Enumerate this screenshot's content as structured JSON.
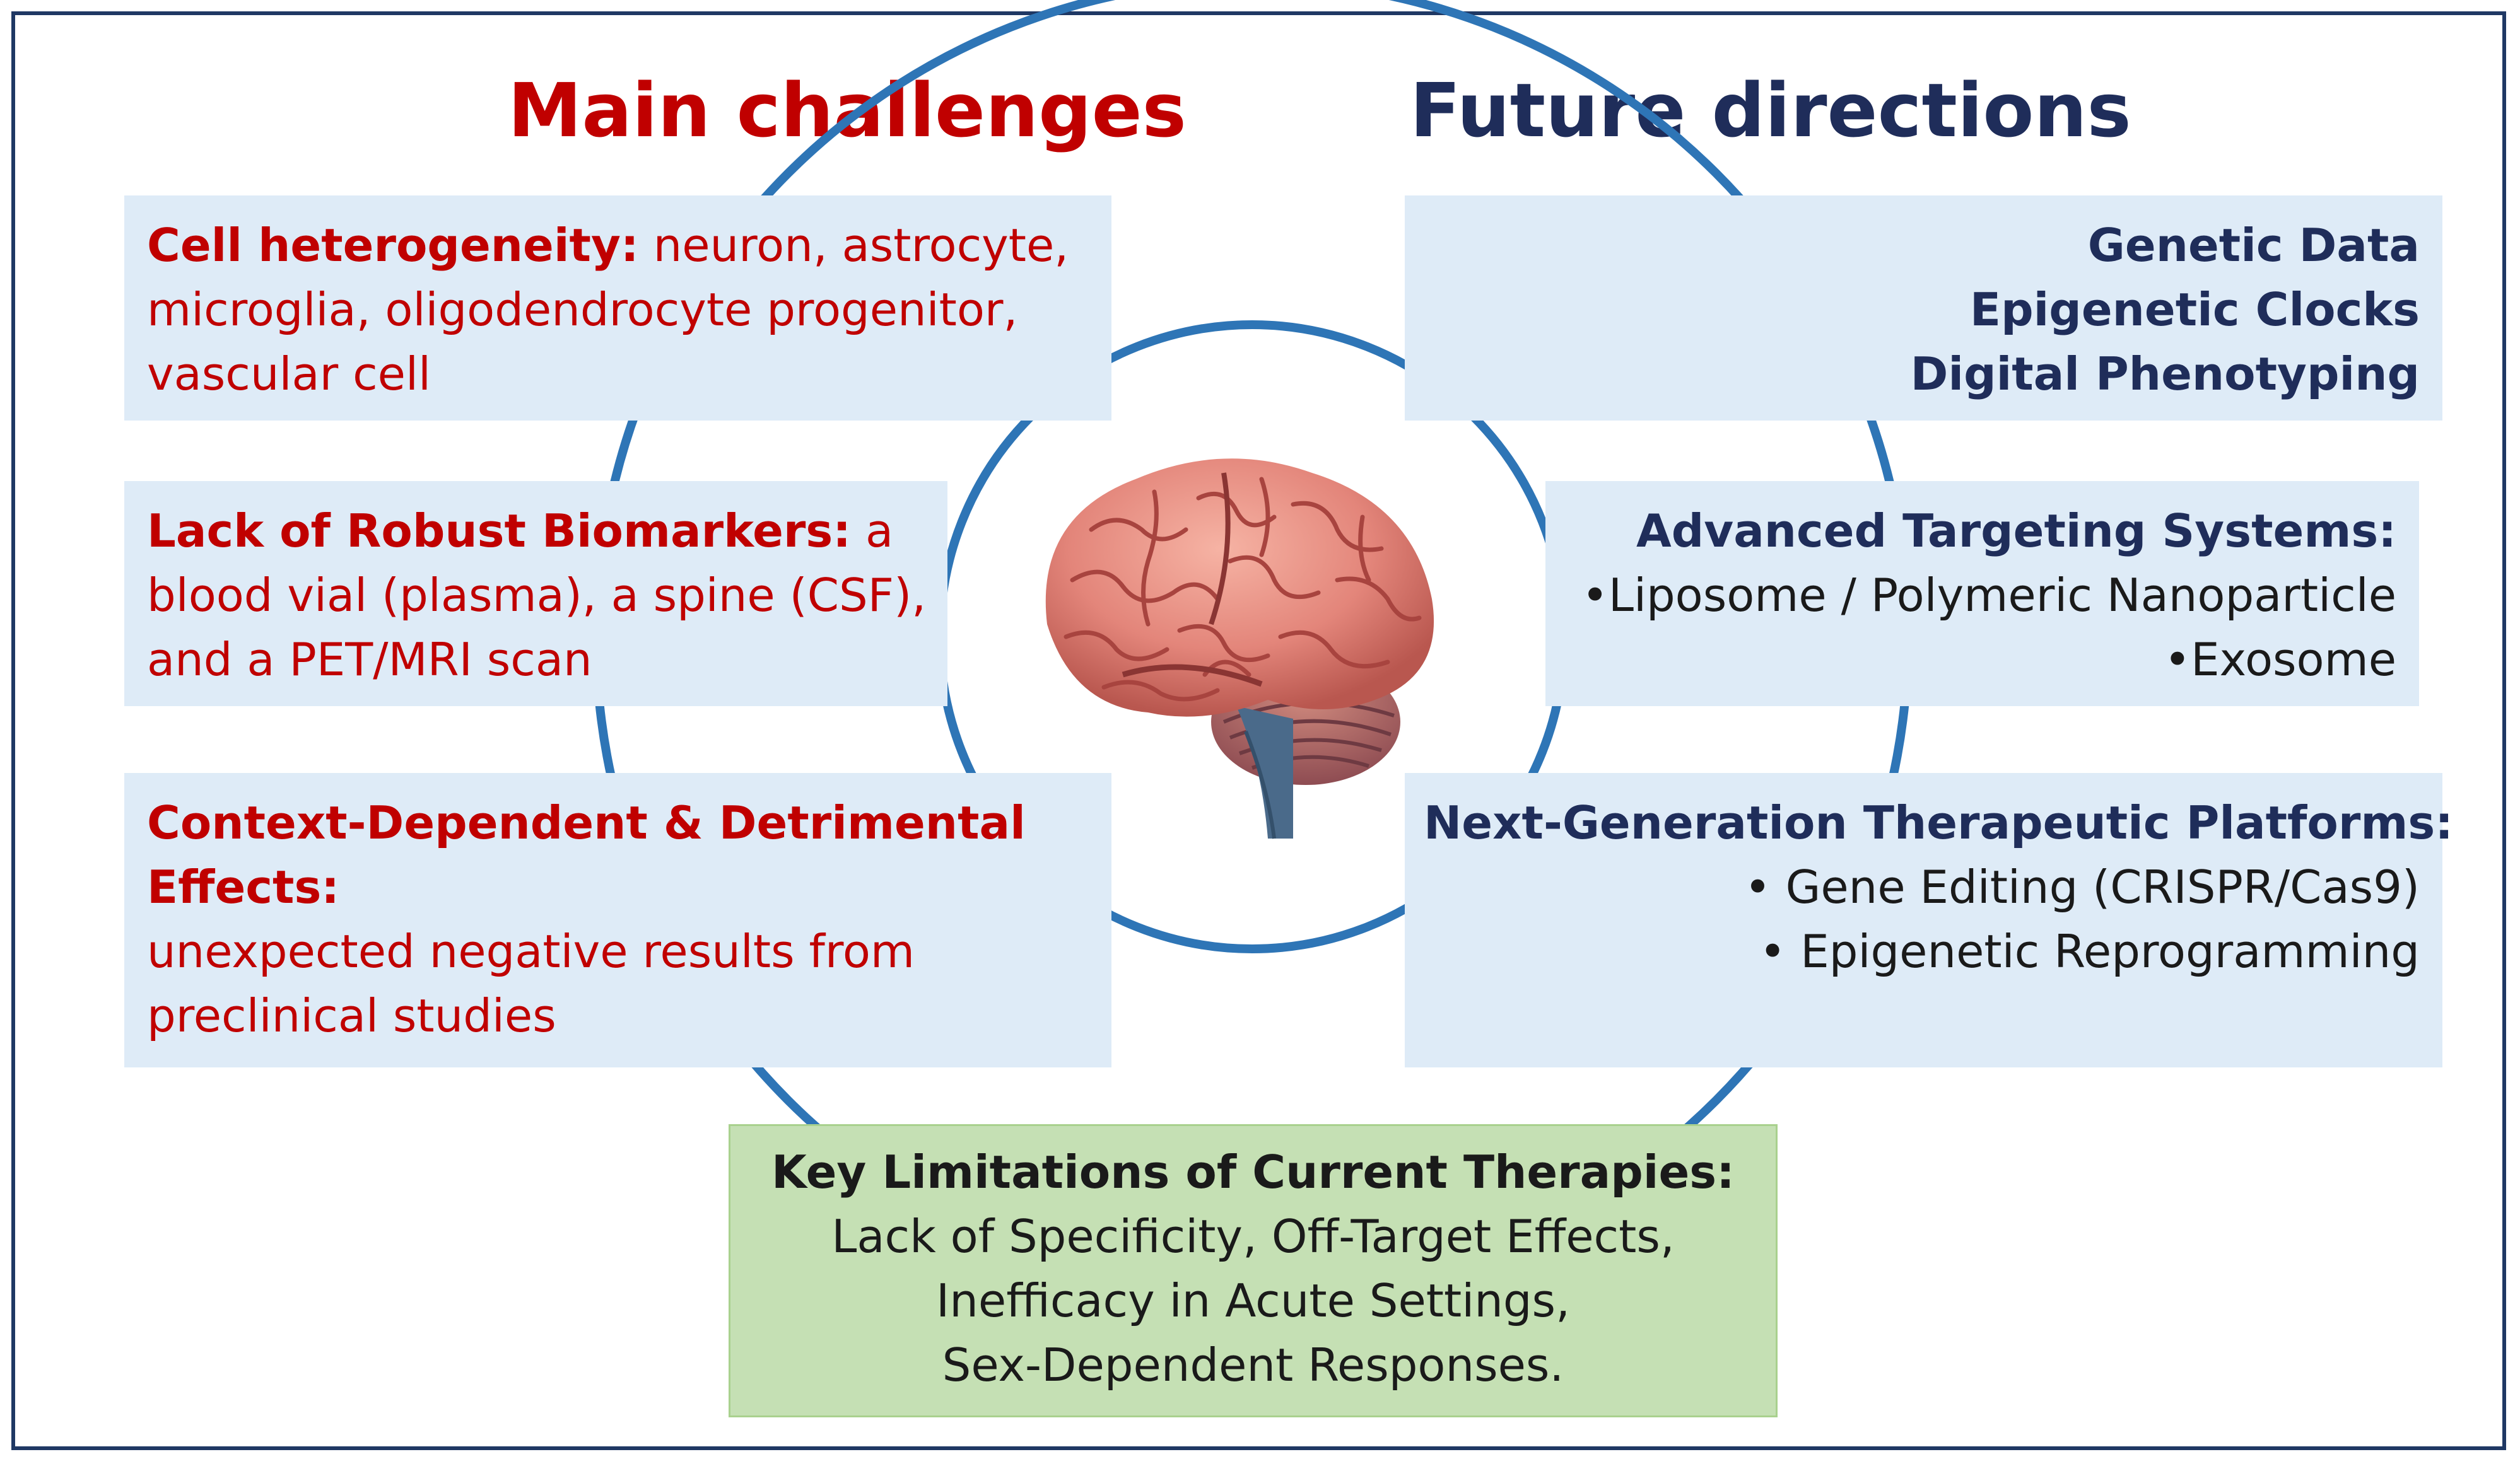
{
  "headings": {
    "left": "Main challenges",
    "right": "Future directions"
  },
  "challenges": [
    {
      "title": "Cell heterogeneity:",
      "lines": [
        "neuron, astrocyte,",
        "microglia, oligodendrocyte progenitor,",
        "vascular cell"
      ]
    },
    {
      "title": "Lack of Robust Biomarkers:",
      "lines": [
        "a",
        "blood vial (plasma), a spine (CSF),",
        "and a PET/MRI scan"
      ]
    },
    {
      "title_lines": [
        "Context-Dependent & Detrimental",
        "Effects:"
      ],
      "lines": [
        "unexpected negative results from",
        "preclinical studies"
      ]
    }
  ],
  "directions": [
    {
      "title_lines": [
        "Genetic Data",
        "Epigenetic Clocks",
        "Digital Phenotyping"
      ]
    },
    {
      "title": "Advanced Targeting Systems:",
      "items": [
        "•Liposome / Polymeric Nanoparticle",
        "•Exosome"
      ]
    },
    {
      "title": "Next-Generation Therapeutic Platforms:",
      "items": [
        "• Gene Editing (CRISPR/Cas9)",
        "• Epigenetic Reprogramming"
      ]
    }
  ],
  "key_limitations": {
    "title": "Key Limitations of Current Therapies:",
    "lines": [
      "Lack of Specificity, Off-Target Effects,",
      "Inefficacy in Acute Settings,",
      "Sex-Dependent Responses."
    ]
  },
  "colors": {
    "challenge_red": "#c00000",
    "direction_navy": "#1f2d5a",
    "box_blue": "#deebf7",
    "box_green": "#c5e0b4",
    "ring_blue": "#2e75b6",
    "brain_pink": "#e3857a"
  },
  "icons": {
    "center": "brain-icon"
  }
}
